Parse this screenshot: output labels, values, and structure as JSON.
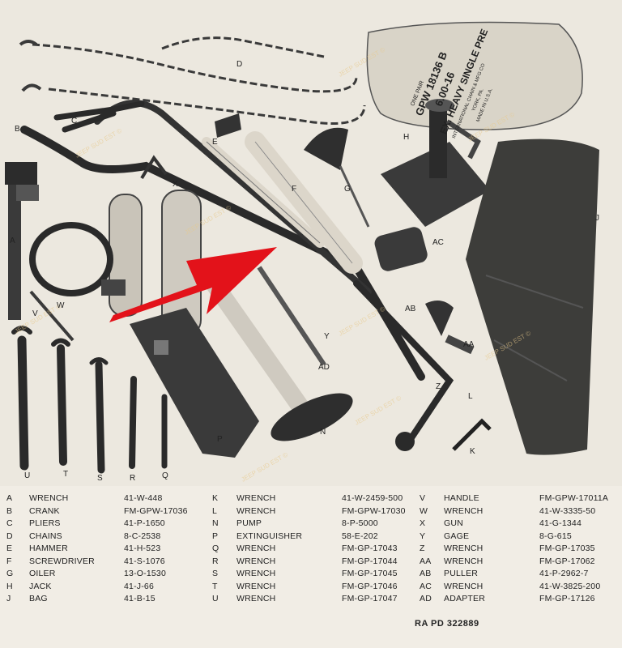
{
  "plate": {
    "letters": [
      "A",
      "B",
      "C",
      "D",
      "E",
      "F",
      "G",
      "H",
      "J",
      "K",
      "L",
      "N",
      "P",
      "Q",
      "R",
      "S",
      "T",
      "U",
      "V",
      "W",
      "X",
      "Y",
      "Z",
      "AA",
      "AB",
      "AC",
      "AD"
    ],
    "bag_print": [
      "ONE PAIR",
      "GPW 18136 B",
      "6.00-16",
      "EX. HEAVY SINGLE PRE",
      "INTERNATIONAL CHAIN & MFG CO",
      "YORK, PA.",
      "MADE IN U.S.A."
    ],
    "watermark": "JEEP SUD EST ©",
    "arrow_color": "#e3121a"
  },
  "legend": {
    "col1": [
      {
        "code": "A",
        "name": "WRENCH",
        "part": "41-W-448"
      },
      {
        "code": "B",
        "name": "CRANK",
        "part": "FM-GPW-17036"
      },
      {
        "code": "C",
        "name": "PLIERS",
        "part": "41-P-1650"
      },
      {
        "code": "D",
        "name": "CHAINS",
        "part": "8-C-2538"
      },
      {
        "code": "E",
        "name": "HAMMER",
        "part": "41-H-523"
      },
      {
        "code": "F",
        "name": "SCREWDRIVER",
        "part": "41-S-1076"
      },
      {
        "code": "G",
        "name": "OILER",
        "part": "13-O-1530"
      },
      {
        "code": "H",
        "name": "JACK",
        "part": "41-J-66"
      },
      {
        "code": "J",
        "name": "BAG",
        "part": "41-B-15"
      }
    ],
    "col2": [
      {
        "code": "K",
        "name": "WRENCH",
        "part": "41-W-2459-500"
      },
      {
        "code": "L",
        "name": "WRENCH",
        "part": "FM-GPW-17030"
      },
      {
        "code": "N",
        "name": "PUMP",
        "part": "8-P-5000"
      },
      {
        "code": "P",
        "name": "EXTINGUISHER",
        "part": "58-E-202"
      },
      {
        "code": "Q",
        "name": "WRENCH",
        "part": "FM-GP-17043"
      },
      {
        "code": "R",
        "name": "WRENCH",
        "part": "FM-GP-17044"
      },
      {
        "code": "S",
        "name": "WRENCH",
        "part": "FM-GP-17045"
      },
      {
        "code": "T",
        "name": "WRENCH",
        "part": "FM-GP-17046"
      },
      {
        "code": "U",
        "name": "WRENCH",
        "part": "FM-GP-17047"
      }
    ],
    "col3": [
      {
        "code": "V",
        "name": "HANDLE",
        "part": "FM-GPW-17011A"
      },
      {
        "code": "W",
        "name": "WRENCH",
        "part": "41-W-3335-50"
      },
      {
        "code": "X",
        "name": "GUN",
        "part": "41-G-1344"
      },
      {
        "code": "Y",
        "name": "GAGE",
        "part": "8-G-615"
      },
      {
        "code": "Z",
        "name": "WRENCH",
        "part": "FM-GP-17035"
      },
      {
        "code": "AA",
        "name": "WRENCH",
        "part": "FM-GP-17062"
      },
      {
        "code": "AB",
        "name": "PULLER",
        "part": "41-P-2962-7"
      },
      {
        "code": "AC",
        "name": "WRENCH",
        "part": "41-W-3825-200"
      },
      {
        "code": "AD",
        "name": "ADAPTER",
        "part": "FM-GP-17126"
      }
    ]
  },
  "footer": "RA  PD  322889"
}
